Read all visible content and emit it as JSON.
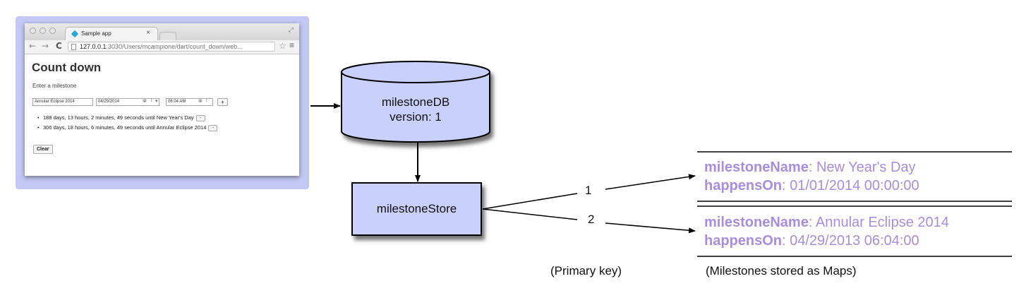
{
  "browser": {
    "tab_title": "Sample app",
    "tab_close": "×",
    "url_host": "127.0.0.1",
    "url_path": ":3030/Users/mcampione/dart/count_down/web...",
    "back_icon": "back-arrow-icon",
    "forward_icon": "forward-arrow-icon",
    "reload_icon": "reload-icon",
    "star_icon": "bookmark-star-icon",
    "menu_icon": "hamburger-menu-icon"
  },
  "app": {
    "title": "Count down",
    "subtitle": "Enter a milestone",
    "name_value": "Annular Eclipse 2014",
    "date_value": "04/29/2014",
    "time_value": "06:04 AM",
    "add_label": "+",
    "milestones": [
      "188 days, 13 hours, 2 minutes, 49 seconds until New Year's Day",
      "306 days, 18 hours, 6 minutes, 49 seconds until Annular Eclipse 2014"
    ],
    "remove_label": "-",
    "clear_label": "Clear"
  },
  "diagram": {
    "db_name": "milestoneDB",
    "db_version": "version: 1",
    "store_name": "milestoneStore",
    "key1": "1",
    "key2": "2",
    "records": [
      {
        "name_key": "milestoneName",
        "name_value": ": New Year's Day",
        "date_key": "happensOn",
        "date_value": ": 01/01/2014 00:00:00"
      },
      {
        "name_key": "milestoneName",
        "name_value": ": Annular Eclipse 2014",
        "date_key": "happensOn",
        "date_value": ": 04/29/2013 06:04:00"
      }
    ],
    "primary_key_caption": "(Primary key)",
    "maps_caption": "(Milestones stored as Maps)"
  },
  "colors": {
    "node_fill": "#c8d0fb",
    "frame": "#c3c8f4",
    "record_text": "#a88de0"
  }
}
